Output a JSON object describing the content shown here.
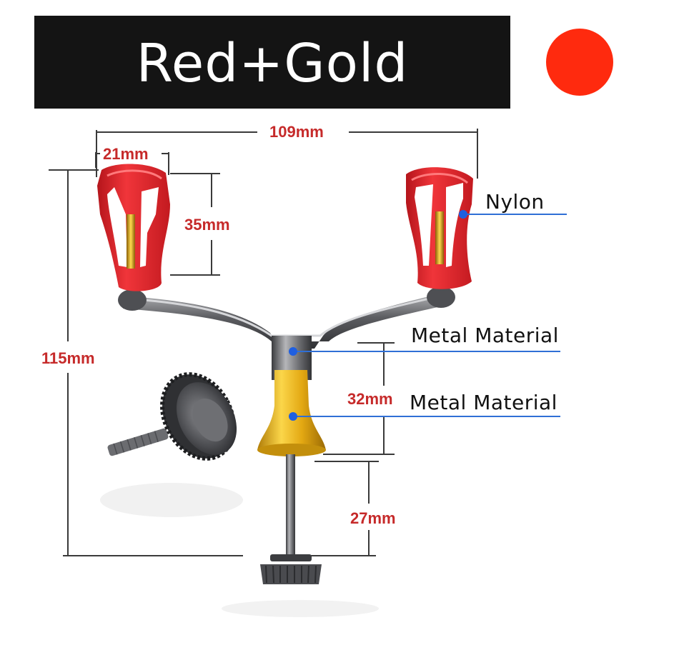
{
  "banner": {
    "title": "Red+Gold"
  },
  "swatch": {
    "color": "#ff2a0e"
  },
  "colors": {
    "knob_red": "#e8262c",
    "gold": "#e8b416",
    "gunmetal": "#6e6f73",
    "leader_line": "#2f6fd6",
    "dimension_text": "#c62a2a"
  },
  "dimensions": {
    "total_width": "109mm",
    "knob_width": "21mm",
    "knob_height": "35mm",
    "total_height": "115mm",
    "core_height": "32mm",
    "shaft_length": "27mm"
  },
  "callouts": {
    "knob_material": "Nylon",
    "arm_material": "Metal Material",
    "core_material": "Metal Material"
  }
}
